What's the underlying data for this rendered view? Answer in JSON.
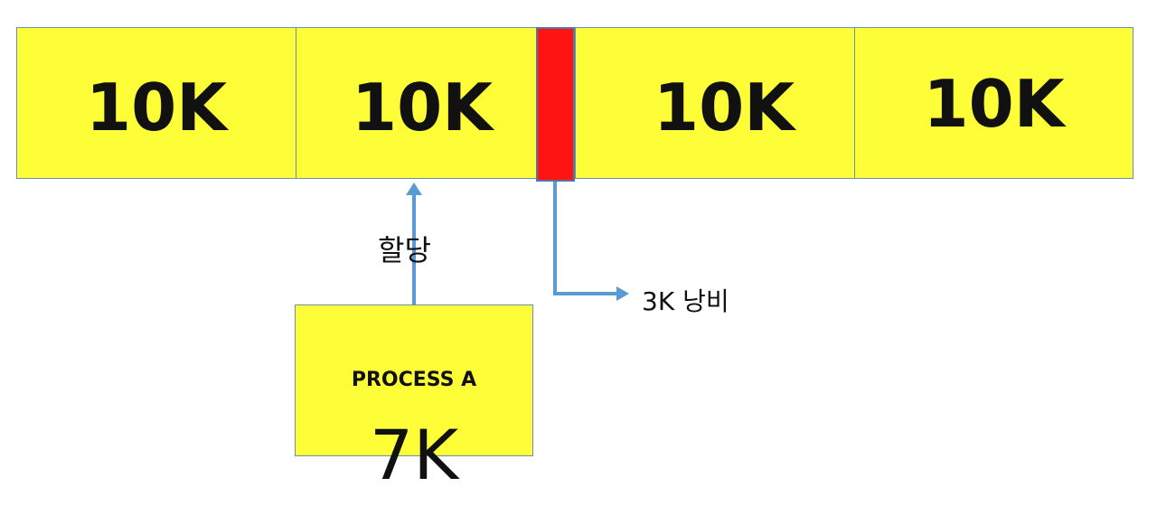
{
  "memory_blocks": [
    {
      "label": "10K"
    },
    {
      "label": "10K"
    },
    {
      "label": "10K"
    },
    {
      "label": "10K"
    }
  ],
  "allocation_label": "할당",
  "waste_label": "3K 낭비",
  "process": {
    "name": "PROCESS A",
    "size": "7K"
  },
  "colors": {
    "block_fill": "#fefe38",
    "waste_fill": "#ff1414",
    "arrow": "#5b9bd5"
  }
}
